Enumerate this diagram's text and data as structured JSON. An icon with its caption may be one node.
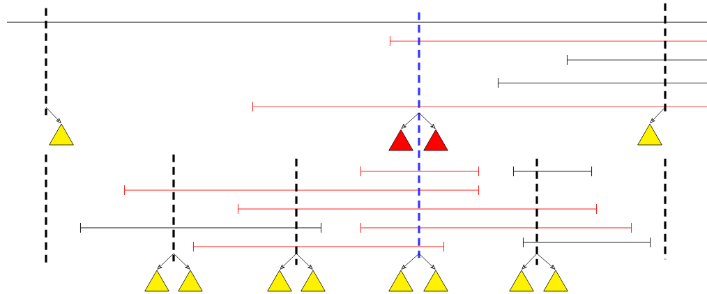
{
  "diagram": {
    "nodes": [
      {
        "text": [],
        "shape": "line"
      },
      {
        "text": [],
        "shape": "line"
      },
      {
        "text": [],
        "shape": "line"
      },
      {
        "text": [],
        "shape": "triangle"
      },
      {
        "text": [],
        "shape": "triangle"
      },
      {
        "text": [],
        "shape": "triangle"
      },
      {
        "text": [],
        "shape": "triangle"
      },
      {
        "text": [],
        "shape": "line"
      },
      {
        "text": [],
        "shape": "line"
      },
      {
        "text": [],
        "shape": "line"
      },
      {
        "text": [],
        "shape": "line"
      },
      {
        "text": [],
        "shape": "line"
      },
      {
        "text": [],
        "shape": "triangle"
      },
      {
        "text": [],
        "shape": "triangle"
      },
      {
        "text": [],
        "shape": "triangle"
      },
      {
        "text": [],
        "shape": "triangle"
      },
      {
        "text": [],
        "shape": "triangle"
      },
      {
        "text": [],
        "shape": "triangle"
      },
      {
        "text": [],
        "shape": "triangle"
      },
      {
        "text": [],
        "shape": "triangle"
      }
    ],
    "edges": [
      {
        "from": 0,
        "to": 3,
        "arrow": "to"
      },
      {
        "from": 1,
        "to": 4,
        "arrow": "to"
      },
      {
        "from": 1,
        "to": 5,
        "arrow": "to"
      },
      {
        "from": 2,
        "to": 6,
        "arrow": "to"
      },
      {
        "from": 8,
        "to": 12,
        "arrow": "to"
      },
      {
        "from": 8,
        "to": 13,
        "arrow": "to"
      },
      {
        "from": 9,
        "to": 14,
        "arrow": "to"
      },
      {
        "from": 9,
        "to": 15,
        "arrow": "to"
      },
      {
        "from": 1,
        "to": 16,
        "arrow": "to"
      },
      {
        "from": 1,
        "to": 17,
        "arrow": "to"
      },
      {
        "from": 10,
        "to": 18,
        "arrow": "to"
      },
      {
        "from": 10,
        "to": 19,
        "arrow": "to"
      }
    ]
  }
}
